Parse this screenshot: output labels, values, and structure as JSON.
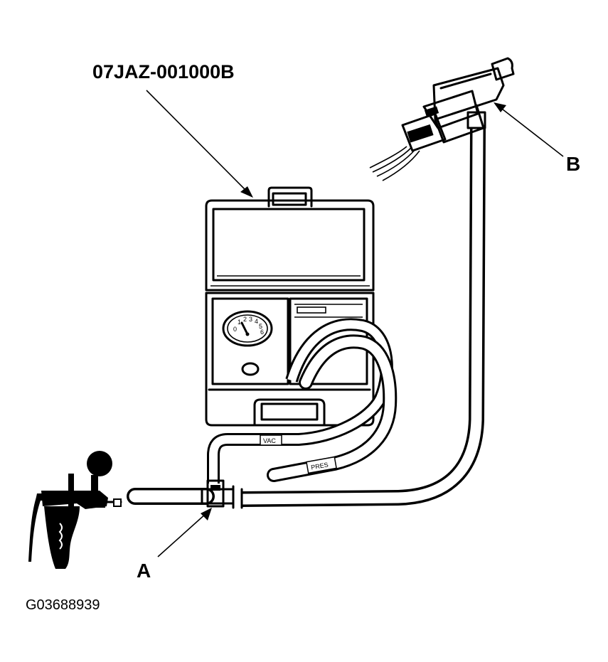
{
  "labels": {
    "part_number": "07JAZ-001000B",
    "callout_a": "A",
    "callout_b": "B",
    "figure_id": "G03688939"
  },
  "hose_tags": {
    "vac": "VAC",
    "pres": "PRES"
  },
  "gauge_marks": [
    "0",
    "1",
    "2",
    "3",
    "4",
    "5",
    "6"
  ]
}
